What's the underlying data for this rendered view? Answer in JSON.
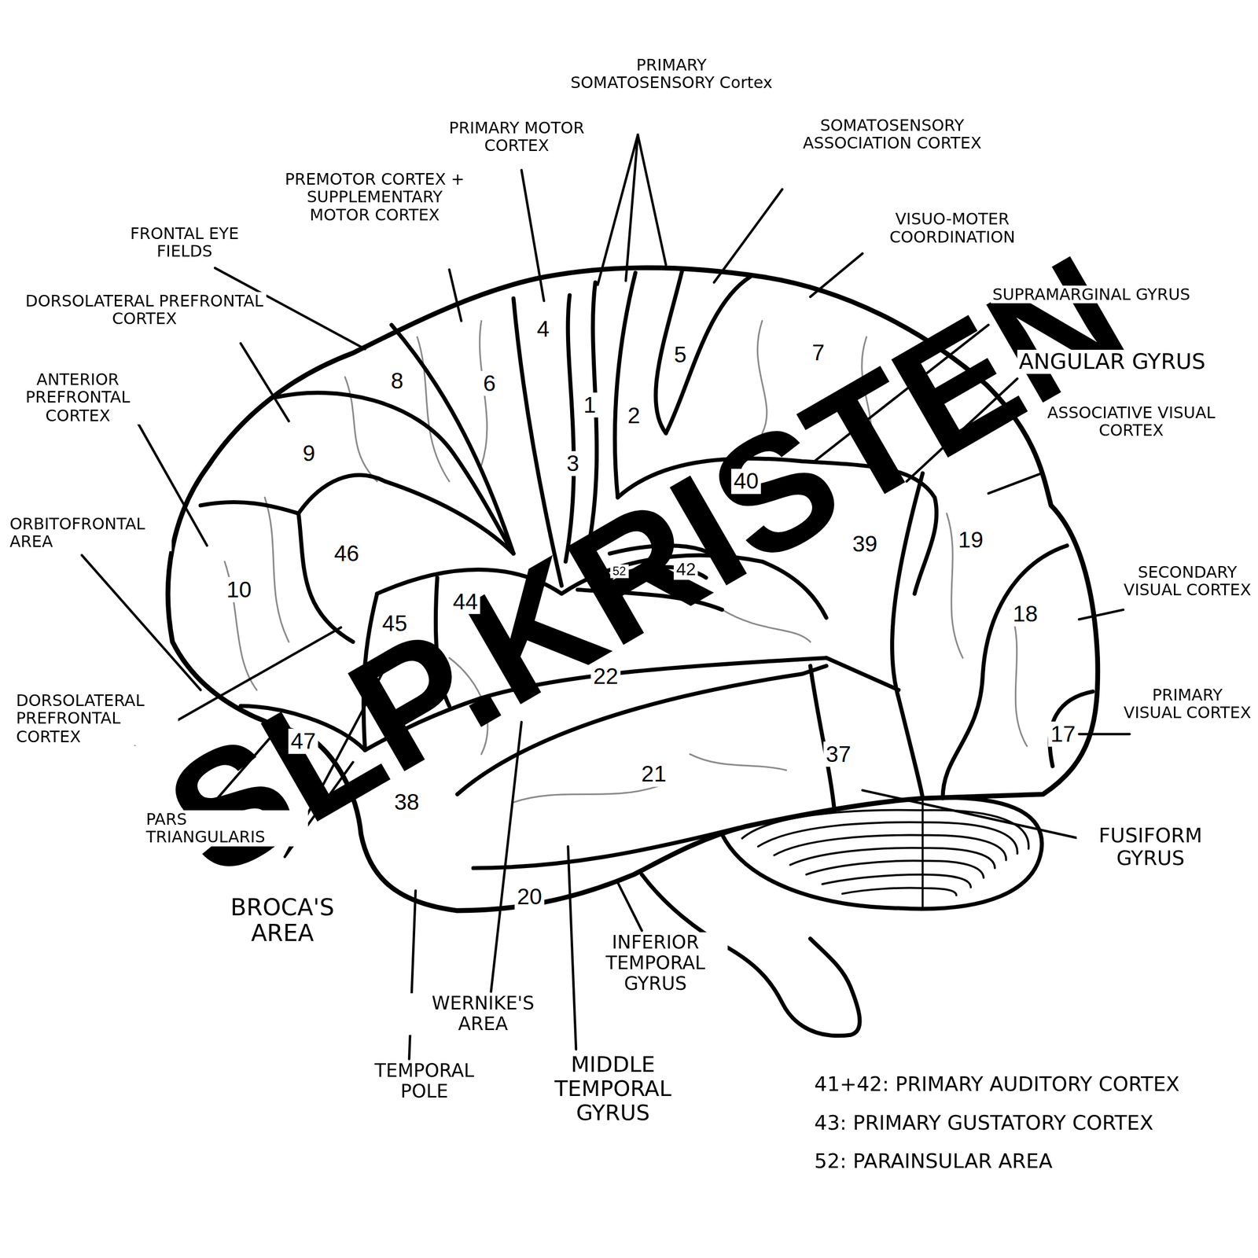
{
  "diagram": {
    "labels": [
      "PRIMARY SOMATOSENSORY Cortex",
      "PRIMARY MOTOR CORTEX",
      "SOMATOSENSORY ASSOCIATION CORTEX",
      "PREMOTOR CORTEX + SUPPLEMENTARY MOTOR CORTEX",
      "FRONTAL EYE FIELDS",
      "VISUO-MOTER COORDINATION",
      "DORSOLATERAL PREFRONTAL CORTEX",
      "SUPRAMARGINAL GYRUS",
      "ANGULAR GYRUS",
      "ANTERIOR PREFRONTAL CORTEX",
      "ASSOCIATIVE VISUAL CORTEX",
      "ORBITOFRONTAL AREA",
      "SECONDARY VISUAL CORTEX",
      "DORSOLATERAL PREFRONTAL CORTEX",
      "PRIMARY VISUAL CORTEX",
      "PARS TRIANGULARIS",
      "FUSIFORM GYRUS",
      "BROCA'S AREA",
      "INFERIOR TEMPORAL GYRUS",
      "WERNIKE'S AREA",
      "TEMPORAL POLE",
      "MIDDLE TEMPORAL GYRUS",
      "41+42: PRIMARY AUDITORY CORTEX",
      "43: PRIMARY GUSTATORY CORTEX",
      "52: PARAINSULAR AREA",
      "4",
      "1",
      "3",
      "2",
      "5",
      "7",
      "8",
      "6",
      "9",
      "46",
      "10",
      "45",
      "44",
      "47",
      "38",
      "52",
      "42",
      "40",
      "22",
      "39",
      "19",
      "18",
      "17",
      "21",
      "37",
      "20",
      "SLP.KRISTEN"
    ]
  }
}
